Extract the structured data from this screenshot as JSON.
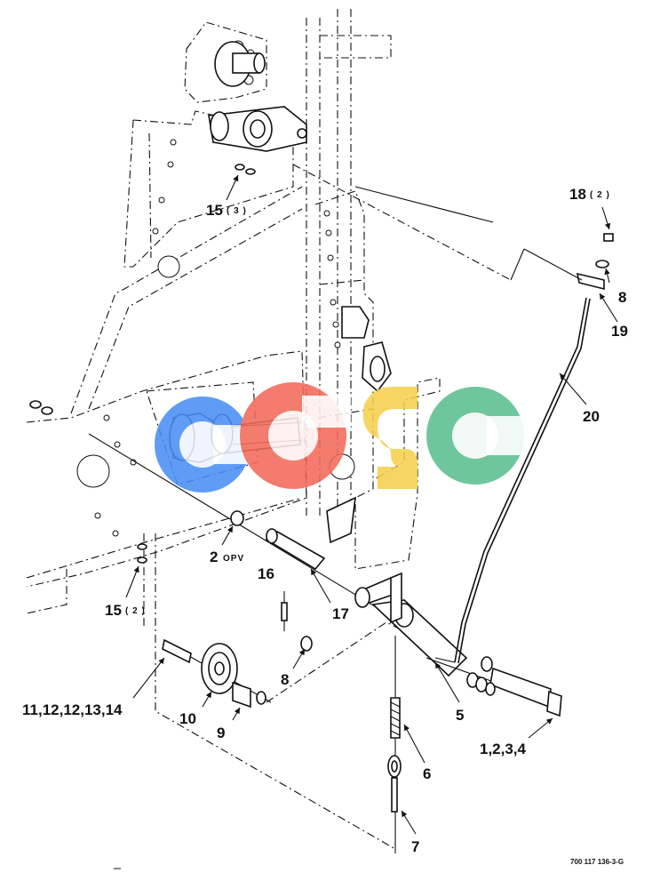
{
  "callouts": {
    "c15_3": "15",
    "c15_3_qty": "( 3 )",
    "c18": "18",
    "c18_qty": "( 2 )",
    "c8_top": "8",
    "c19": "19",
    "c20": "20",
    "c2": "2",
    "c2_suffix": "OPV",
    "c15_2": "15",
    "c15_2_qty": "( 2 )",
    "c16": "16",
    "c17": "17",
    "c8_mid": "8",
    "c11_14": "11,12,12,13,14",
    "c10": "10",
    "c9": "9",
    "c5": "5",
    "c1_4": "1,2,3,4",
    "c6": "6",
    "c7": "7"
  },
  "doc_number": "700 117 136-3-G",
  "watermark": {
    "letters": [
      "C",
      "G",
      "S",
      "C"
    ],
    "colors": [
      "#4a8ff5",
      "#f26b5b",
      "#f6d04d",
      "#5cbf8f"
    ]
  }
}
